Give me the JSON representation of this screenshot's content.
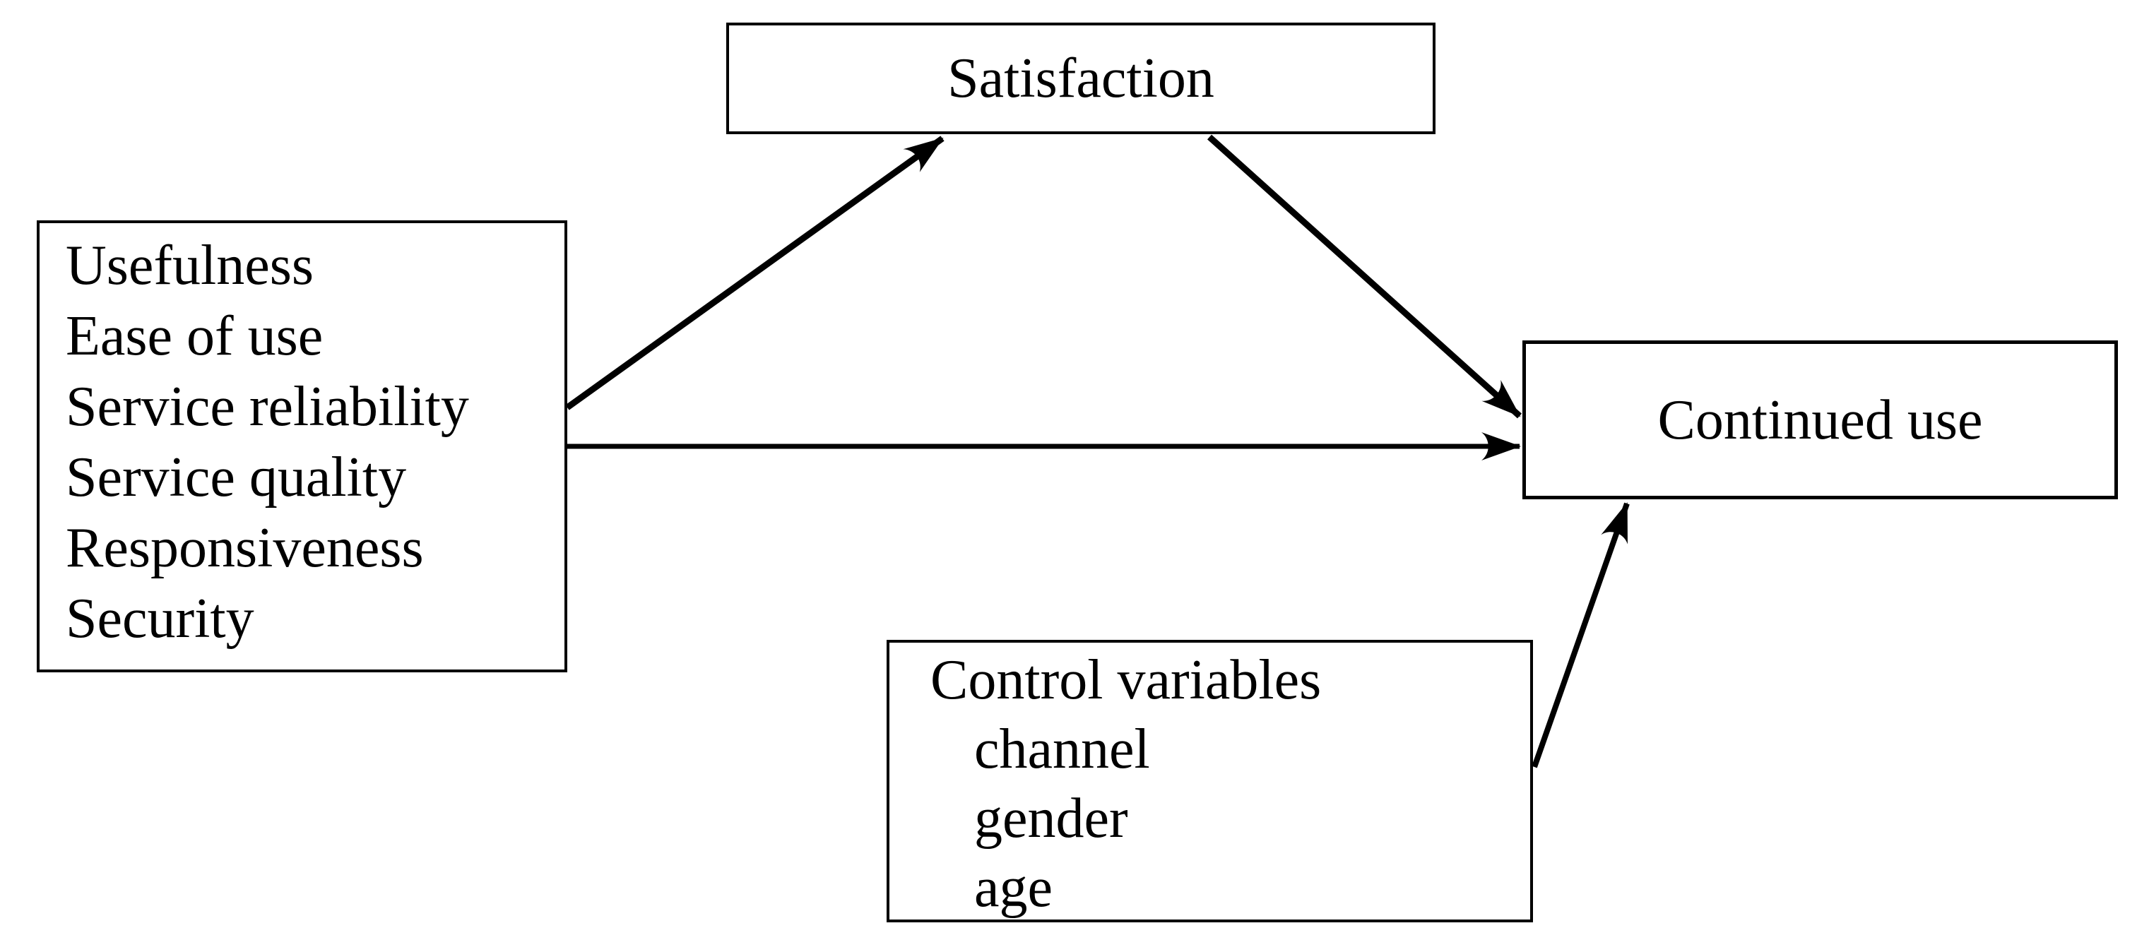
{
  "diagram": {
    "background_color": "#ffffff",
    "line_color": "#000000",
    "boxes": {
      "antecedents": {
        "lines": [
          "Usefulness",
          "Ease of use",
          "Service reliability",
          "Service quality",
          "Responsiveness",
          "Security"
        ]
      },
      "satisfaction": {
        "label": "Satisfaction"
      },
      "continued_use": {
        "label": "Continued use"
      },
      "control_variables": {
        "title": "Control variables",
        "items": [
          "channel",
          "gender",
          "age"
        ]
      }
    },
    "arrows": [
      {
        "from": "antecedents",
        "to": "satisfaction"
      },
      {
        "from": "antecedents",
        "to": "continued_use"
      },
      {
        "from": "satisfaction",
        "to": "continued_use"
      },
      {
        "from": "control_variables",
        "to": "continued_use"
      }
    ]
  }
}
